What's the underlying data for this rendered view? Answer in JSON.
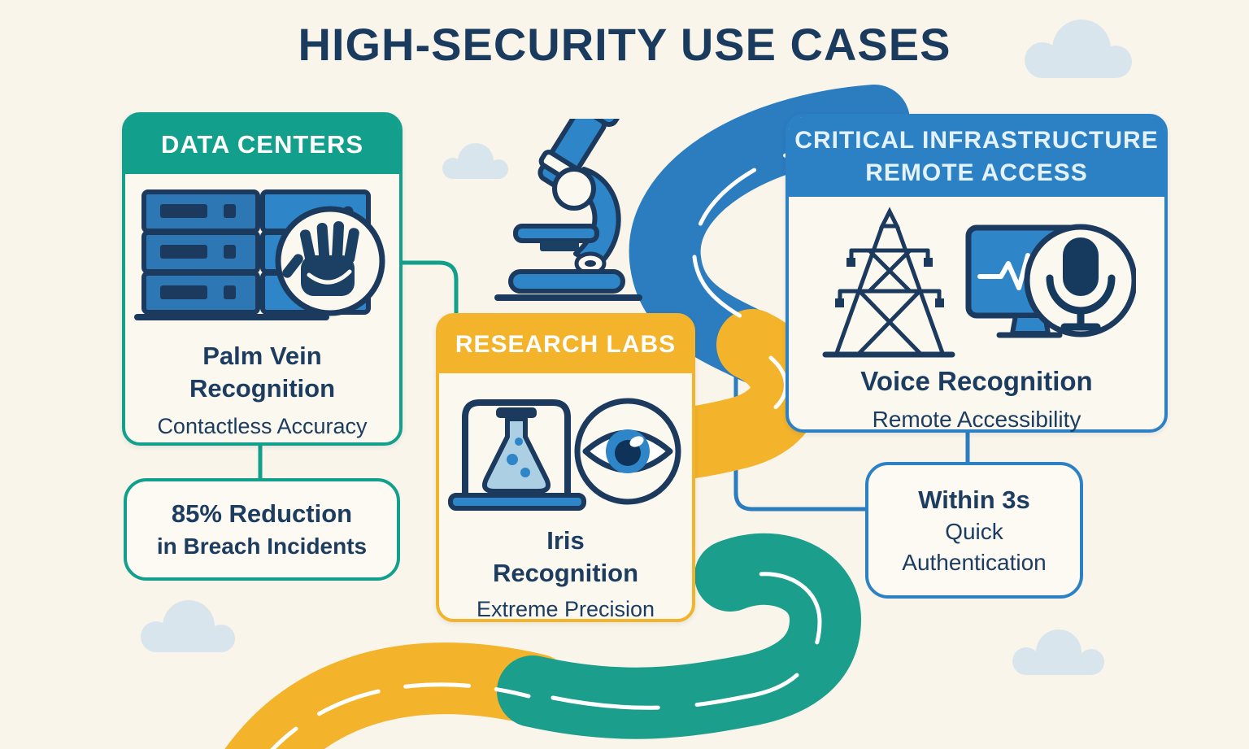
{
  "page": {
    "title": "HIGH-SECURITY USE CASES"
  },
  "colors": {
    "teal": "#12A08C",
    "yellow": "#F3B32B",
    "blue": "#2C81C5",
    "navy": "#1C3C60",
    "background": "#F9F5EB",
    "cloud": "#D9E5EC",
    "road_blue": "#2C7CC0",
    "road_teal": "#1B9E8C",
    "road_yellow": "#F3B32B"
  },
  "cards": {
    "data_centers": {
      "header": "DATA CENTERS",
      "title_lines": [
        "Palm Vein",
        "Recognition"
      ],
      "subtitle": "Contactless Accuracy"
    },
    "research_labs": {
      "header": "RESEARCH LABS",
      "title_lines": [
        "Iris",
        "Recognition"
      ],
      "subtitle": "Extreme Precision"
    },
    "critical_infrastructure": {
      "header_lines": [
        "CRITICAL INFRASTRUCTURE",
        "REMOTE ACCESS"
      ],
      "title": "Voice Recognition",
      "subtitle": "Remote Accessibility"
    }
  },
  "stats": {
    "breach_reduction": {
      "lines": [
        "85% Reduction",
        "in Breach Incidents"
      ]
    },
    "quick_auth": {
      "lines": [
        "Within 3s",
        "Quick",
        "Authentication"
      ]
    }
  },
  "icons": {
    "data_centers": [
      "server-rack-icon",
      "palm-icon"
    ],
    "research_labs": [
      "flask-icon",
      "eye-icon",
      "microscope-icon"
    ],
    "critical_infrastructure": [
      "power-tower-icon",
      "monitor-waveform-icon",
      "microphone-icon"
    ],
    "decorative": [
      "cloud-icon",
      "winding-road"
    ]
  }
}
